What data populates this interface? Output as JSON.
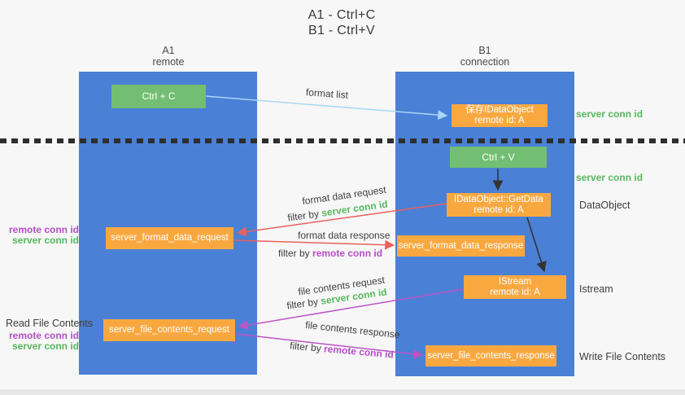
{
  "colors": {
    "column-blue": "#4a80d6",
    "box-green": "#72bf73",
    "box-orange": "#f9a840",
    "arrow-lightblue": "#a8d7f3",
    "arrow-red": "#e7625e",
    "arrow-purple": "#bb54c5",
    "arrow-black": "#333333",
    "label-green": "#56b85e",
    "label-purple": "#b44fc6",
    "text-dark": "#3d3d3d",
    "page-bg": "#f7f7f7"
  },
  "title": {
    "line1": "A1 - Ctrl+C",
    "line2": "B1 - Ctrl+V"
  },
  "columns": {
    "left": {
      "name": "A1",
      "subtitle": "remote"
    },
    "right": {
      "name": "B1",
      "subtitle": "connection"
    }
  },
  "nodes": {
    "ctrl_c": {
      "label": "Ctrl + C"
    },
    "save_idataobject": {
      "line1": "保存IDataObject",
      "line2": "remote id: A"
    },
    "ctrl_v": {
      "label": "Ctrl + V"
    },
    "idataobject_getdata": {
      "line1": "IDataObject::GetData",
      "line2": "remote id: A"
    },
    "server_format_data_request": {
      "label": "server_format_data_request"
    },
    "server_format_data_response": {
      "label": "server_format_data_response"
    },
    "istream": {
      "line1": "IStream",
      "line2": "remote id: A"
    },
    "server_file_contents_request": {
      "label": "server_file_contents_request"
    },
    "server_file_contents_response": {
      "label": "server_file_contents_response"
    }
  },
  "arrows": {
    "format_list": {
      "label": "format list"
    },
    "format_data_request": {
      "label": "format data request",
      "filter_prefix": "filter by",
      "filter_key": "server conn id"
    },
    "format_data_response": {
      "label": "format data response",
      "filter_prefix": "filter by",
      "filter_key": "remote conn id"
    },
    "file_contents_request": {
      "label": "file contents request",
      "filter_prefix": "filter by",
      "filter_key": "server conn id"
    },
    "file_contents_response": {
      "label": "file contents response",
      "filter_prefix": "filter by",
      "filter_key": "remote conn id"
    }
  },
  "side_labels": {
    "right": {
      "server_conn_id_top": "server conn id",
      "server_conn_id_mid": "server conn id",
      "dataobject": "DataObject",
      "istream": "Istream",
      "write_file_contents": "Write File Contents"
    },
    "left": {
      "remote_conn_id_top": "remote conn id",
      "server_conn_id_top": "server conn id",
      "read_file_contents": "Read File Contents",
      "remote_conn_id_bottom": "remote conn id",
      "server_conn_id_bottom": "server conn id"
    }
  }
}
